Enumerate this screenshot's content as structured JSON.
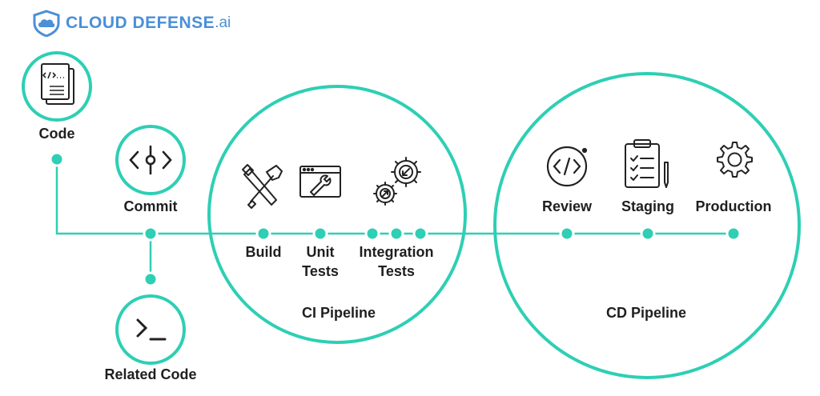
{
  "brand": {
    "name": "CLOUD DEFENSE",
    "suffix": ".ai",
    "color": "#4a8fd8"
  },
  "accent_color": "#2ecfb4",
  "stages": {
    "code": "Code",
    "commit": "Commit",
    "related_code": "Related Code",
    "build": "Build",
    "unit_tests_line1": "Unit",
    "unit_tests_line2": "Tests",
    "integration_tests_line1": "Integration",
    "integration_tests_line2": "Tests",
    "review": "Review",
    "staging": "Staging",
    "production": "Production"
  },
  "pipelines": {
    "ci": "CI Pipeline",
    "cd": "CD Pipeline"
  },
  "icons": {
    "code": "code-document-icon",
    "commit": "commit-icon",
    "related_code": "terminal-icon",
    "build": "tools-icon",
    "unit_tests": "browser-wrench-icon",
    "integration_tests": "gears-icon",
    "review": "code-brackets-icon",
    "staging": "clipboard-checklist-icon",
    "production": "gear-icon"
  }
}
